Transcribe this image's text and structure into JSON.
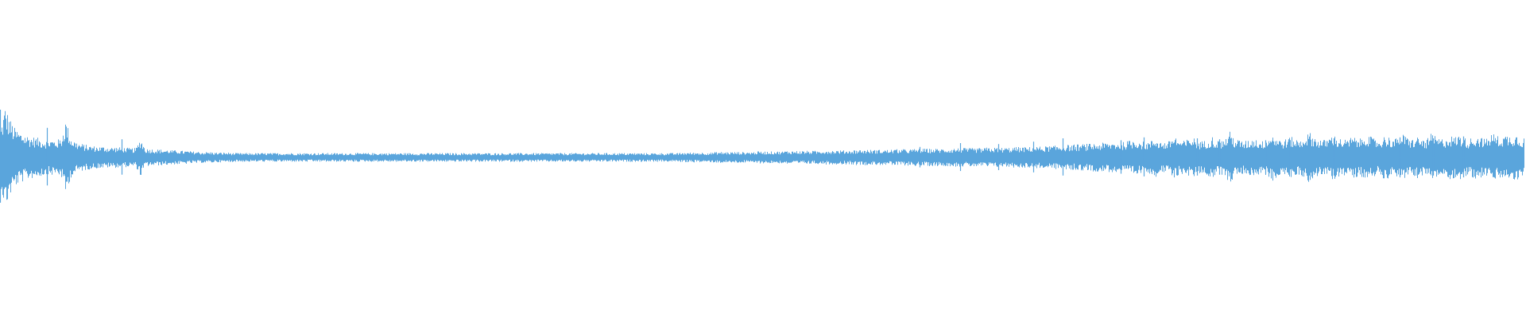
{
  "waveform": {
    "color": "#5aa5dc",
    "background": "#ffffff",
    "peaks": [
      0.5,
      0.95,
      0.72,
      0.55,
      0.48,
      0.44,
      0.4,
      0.38,
      0.36,
      0.34,
      0.33,
      0.33,
      0.32,
      0.35,
      0.7,
      0.38,
      0.3,
      0.26,
      0.24,
      0.22,
      0.21,
      0.2,
      0.2,
      0.19,
      0.19,
      0.19,
      0.18,
      0.18,
      0.17,
      0.17,
      0.36,
      0.16,
      0.16,
      0.15,
      0.15,
      0.14,
      0.14,
      0.13,
      0.13,
      0.12,
      0.12,
      0.11,
      0.11,
      0.1,
      0.1,
      0.1,
      0.09,
      0.09,
      0.09,
      0.09,
      0.08,
      0.08,
      0.08,
      0.08,
      0.08,
      0.08,
      0.08,
      0.08,
      0.08,
      0.08,
      0.08,
      0.08,
      0.08,
      0.08,
      0.08,
      0.08,
      0.08,
      0.08,
      0.08,
      0.08,
      0.08,
      0.08,
      0.08,
      0.08,
      0.08,
      0.08,
      0.08,
      0.08,
      0.08,
      0.08,
      0.08,
      0.08,
      0.08,
      0.08,
      0.08,
      0.08,
      0.08,
      0.08,
      0.08,
      0.08,
      0.08,
      0.08,
      0.08,
      0.08,
      0.08,
      0.08,
      0.08,
      0.08,
      0.08,
      0.08,
      0.08,
      0.08,
      0.08,
      0.08,
      0.08,
      0.08,
      0.08,
      0.08,
      0.08,
      0.08,
      0.08,
      0.08,
      0.08,
      0.08,
      0.08,
      0.08,
      0.08,
      0.08,
      0.08,
      0.08,
      0.08,
      0.08,
      0.08,
      0.08,
      0.08,
      0.08,
      0.08,
      0.08,
      0.08,
      0.08,
      0.08,
      0.08,
      0.08,
      0.08,
      0.08,
      0.08,
      0.08,
      0.08,
      0.08,
      0.08,
      0.08,
      0.08,
      0.08,
      0.08,
      0.08,
      0.08,
      0.09,
      0.09,
      0.09,
      0.09,
      0.09,
      0.09,
      0.09,
      0.1,
      0.1,
      0.1,
      0.1,
      0.1,
      0.1,
      0.1,
      0.1,
      0.1,
      0.11,
      0.11,
      0.11,
      0.11,
      0.11,
      0.11,
      0.12,
      0.12,
      0.12,
      0.12,
      0.12,
      0.12,
      0.12,
      0.12,
      0.13,
      0.13,
      0.13,
      0.13,
      0.13,
      0.13,
      0.13,
      0.14,
      0.14,
      0.14,
      0.14,
      0.14,
      0.14,
      0.14,
      0.14,
      0.15,
      0.15,
      0.15,
      0.15,
      0.15,
      0.16,
      0.16,
      0.16,
      0.16,
      0.16,
      0.16,
      0.16,
      0.16,
      0.17,
      0.17,
      0.17,
      0.17,
      0.17,
      0.17,
      0.17,
      0.18,
      0.18,
      0.18,
      0.18,
      0.18,
      0.18,
      0.19,
      0.19,
      0.19,
      0.19,
      0.2,
      0.2,
      0.2,
      0.21,
      0.21,
      0.22,
      0.22,
      0.23,
      0.23,
      0.24,
      0.24,
      0.25,
      0.25,
      0.26,
      0.26,
      0.27,
      0.27,
      0.28,
      0.28,
      0.28,
      0.3,
      0.32,
      0.34,
      0.3,
      0.28,
      0.3,
      0.36,
      0.3,
      0.28,
      0.3,
      0.42,
      0.32,
      0.3,
      0.34,
      0.38,
      0.3,
      0.3,
      0.32,
      0.4,
      0.32,
      0.3,
      0.36,
      0.48,
      0.34,
      0.32,
      0.3,
      0.32,
      0.36,
      0.32,
      0.3,
      0.35,
      0.44,
      0.36,
      0.32,
      0.34,
      0.38,
      0.34,
      0.32,
      0.4,
      0.46,
      0.38,
      0.34,
      0.32,
      0.36,
      0.42,
      0.36,
      0.34,
      0.32,
      0.38,
      0.36,
      0.34,
      0.44,
      0.38,
      0.34,
      0.32,
      0.4,
      0.38,
      0.34,
      0.36,
      0.42,
      0.36,
      0.34,
      0.38,
      0.34,
      0.32,
      0.44,
      0.38,
      0.34,
      0.36,
      0.4,
      0.38,
      0.42,
      0.36,
      0.34,
      0.38,
      0.4,
      0.36,
      0.34,
      0.46,
      0.4,
      0.38,
      0.42,
      0.4,
      0.44,
      0.38,
      0.36
    ],
    "spikes": [
      {
        "pos": 0.0,
        "amp": 1.0
      },
      {
        "pos": 0.031,
        "amp": 0.62
      },
      {
        "pos": 0.08,
        "amp": 0.38
      },
      {
        "pos": 0.603,
        "amp": 0.22
      },
      {
        "pos": 0.63,
        "amp": 0.3
      },
      {
        "pos": 0.655,
        "amp": 0.28
      },
      {
        "pos": 0.678,
        "amp": 0.33
      },
      {
        "pos": 0.697,
        "amp": 0.4
      },
      {
        "pos": 0.735,
        "amp": 0.36
      },
      {
        "pos": 0.75,
        "amp": 0.42
      },
      {
        "pos": 0.785,
        "amp": 0.4
      },
      {
        "pos": 0.8,
        "amp": 0.38
      },
      {
        "pos": 0.83,
        "amp": 0.36
      },
      {
        "pos": 0.845,
        "amp": 0.38
      },
      {
        "pos": 0.875,
        "amp": 0.4
      },
      {
        "pos": 0.918,
        "amp": 0.42
      },
      {
        "pos": 0.94,
        "amp": 0.4
      },
      {
        "pos": 0.96,
        "amp": 0.44
      }
    ]
  }
}
